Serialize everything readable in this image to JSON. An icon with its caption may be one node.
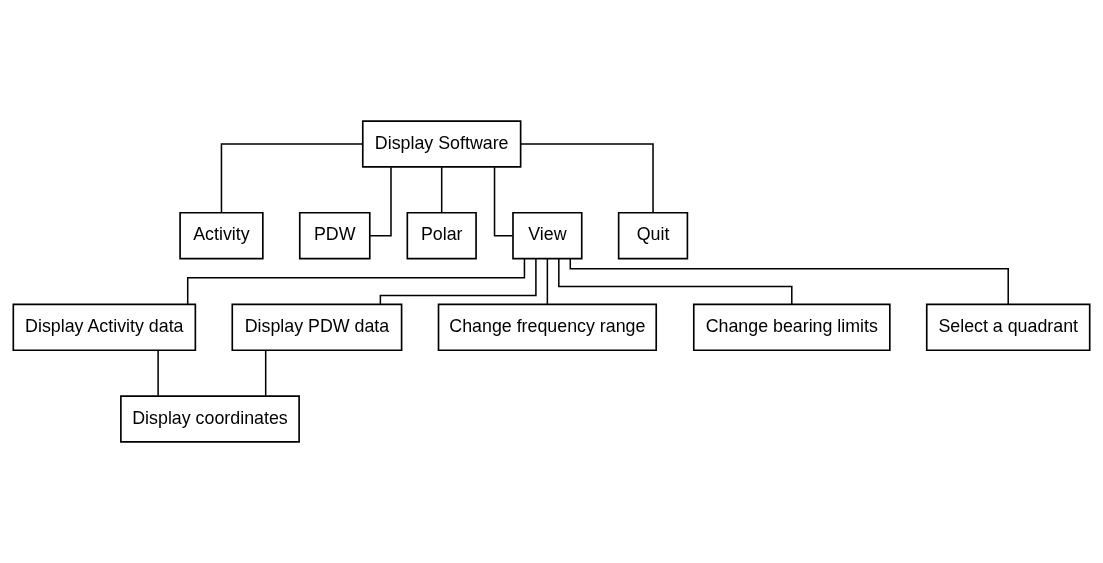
{
  "diagram": {
    "nodes": [
      {
        "text": [
          "Display Software"
        ]
      },
      {
        "text": [
          "Activity"
        ]
      },
      {
        "text": [
          "PDW"
        ]
      },
      {
        "text": [
          "Polar"
        ]
      },
      {
        "text": [
          "View"
        ]
      },
      {
        "text": [
          "Quit"
        ]
      },
      {
        "text": [
          "Display Activity data"
        ]
      },
      {
        "text": [
          "Display PDW data"
        ]
      },
      {
        "text": [
          "Change frequency range"
        ]
      },
      {
        "text": [
          "Change bearing limits"
        ]
      },
      {
        "text": [
          "Select a quadrant"
        ]
      },
      {
        "text": [
          "Display coordinates"
        ]
      }
    ],
    "edges": [
      {
        "from": 0,
        "to": 1,
        "arrow": "none"
      },
      {
        "from": 0,
        "to": 2,
        "arrow": "none"
      },
      {
        "from": 0,
        "to": 3,
        "arrow": "none"
      },
      {
        "from": 0,
        "to": 4,
        "arrow": "none"
      },
      {
        "from": 0,
        "to": 5,
        "arrow": "none"
      },
      {
        "from": 4,
        "to": 6,
        "arrow": "none"
      },
      {
        "from": 4,
        "to": 7,
        "arrow": "none"
      },
      {
        "from": 4,
        "to": 8,
        "arrow": "none"
      },
      {
        "from": 4,
        "to": 9,
        "arrow": "none"
      },
      {
        "from": 4,
        "to": 10,
        "arrow": "none"
      },
      {
        "from": 6,
        "to": 11,
        "arrow": "none"
      },
      {
        "from": 7,
        "to": 11,
        "arrow": "none"
      }
    ]
  }
}
